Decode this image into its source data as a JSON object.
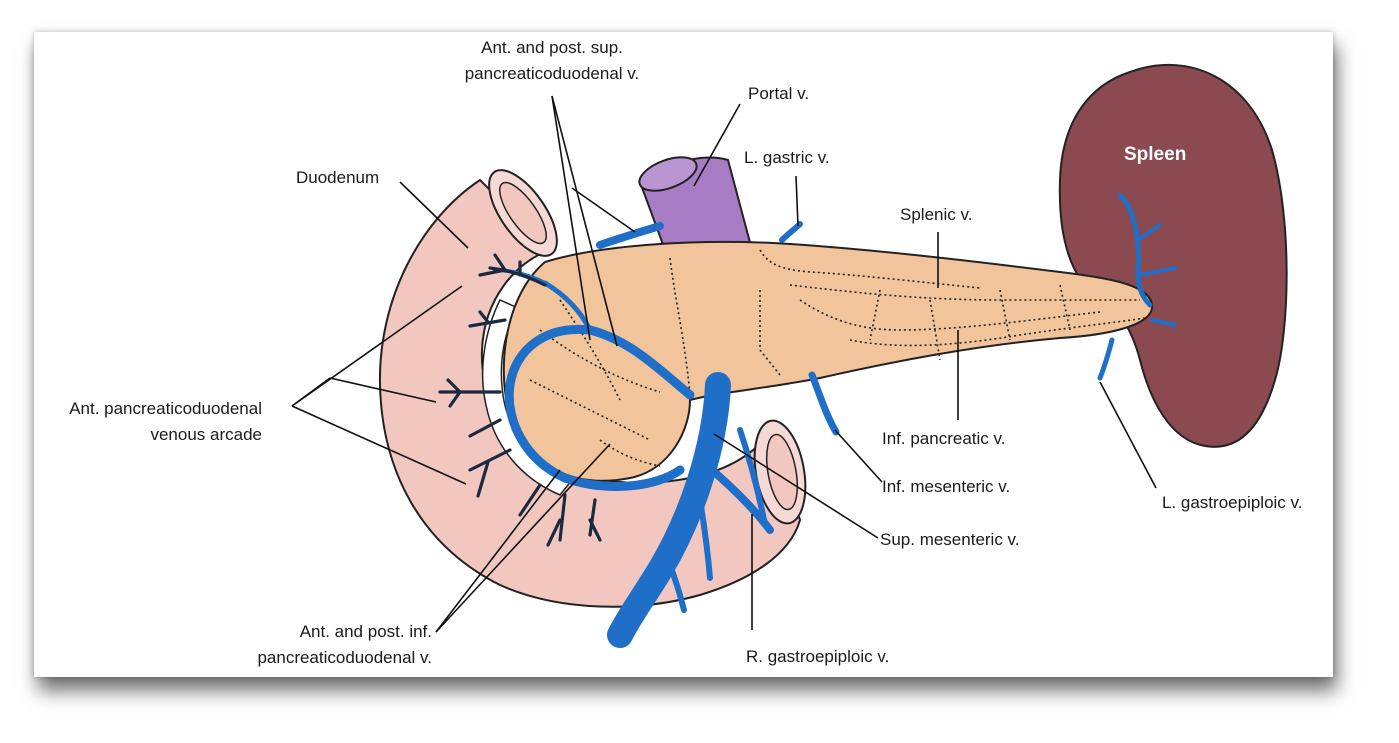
{
  "labels": {
    "ant_post_sup_line1": "Ant. and post. sup.",
    "ant_post_sup_line2": "pancreaticoduodenal v.",
    "portal": "Portal v.",
    "l_gastric": "L. gastric v.",
    "duodenum": "Duodenum",
    "splenic": "Splenic v.",
    "spleen": "Spleen",
    "ant_arcade_line1": "Ant. pancreaticoduodenal",
    "ant_arcade_line2": "venous arcade",
    "inf_pancreatic": "Inf. pancreatic v.",
    "inf_mesenteric": "Inf. mesenteric v.",
    "l_gastroepiploic": "L. gastroepiploic v.",
    "sup_mesenteric": "Sup. mesenteric v.",
    "ant_post_inf_line1": "Ant. and post. inf.",
    "ant_post_inf_line2": "pancreaticoduodenal v.",
    "r_gastroepiploic": "R. gastroepiploic v."
  },
  "colors": {
    "duodenum": "#f2c7c0",
    "pancreas": "#f2c49b",
    "spleen": "#8a4a50",
    "portal_vein": "#a77cc4",
    "vein": "#1f6fc8"
  }
}
